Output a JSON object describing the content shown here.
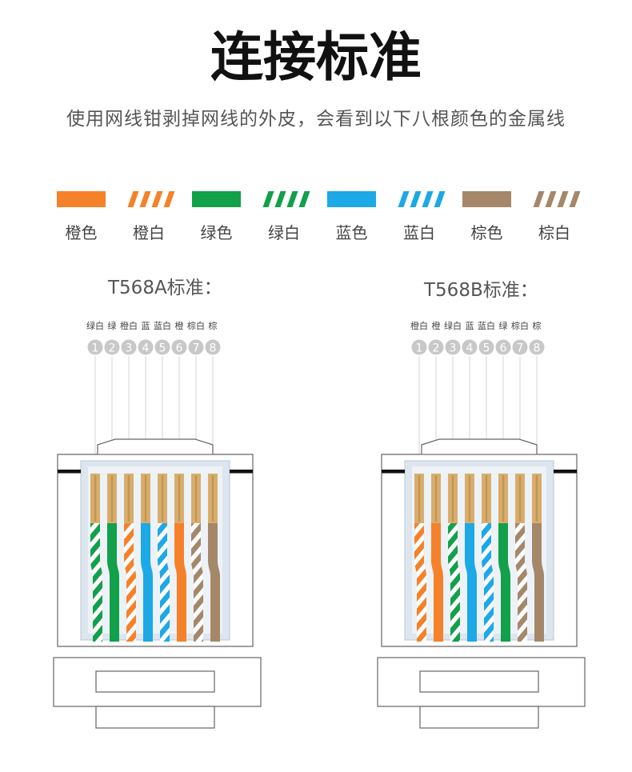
{
  "title": "连接标准",
  "subtitle": "使用网线钳剥掉网线的外皮，会看到以下八根颜色的金属线",
  "colors": {
    "orange": "#F5822A",
    "green": "#12A04A",
    "blue": "#1DA8E6",
    "brown": "#A5876A",
    "gold": "#D8AE6E",
    "housing_fill": "#DDE6EE",
    "pin_circle": "#C8C8C8",
    "outline": "#666666"
  },
  "swatches": [
    {
      "label": "橙色",
      "color": "orange",
      "striped": false
    },
    {
      "label": "橙白",
      "color": "orange",
      "striped": true
    },
    {
      "label": "绿色",
      "color": "green",
      "striped": false
    },
    {
      "label": "绿白",
      "color": "green",
      "striped": true
    },
    {
      "label": "蓝色",
      "color": "blue",
      "striped": false
    },
    {
      "label": "蓝白",
      "color": "blue",
      "striped": true
    },
    {
      "label": "棕色",
      "color": "brown",
      "striped": false
    },
    {
      "label": "棕白",
      "color": "brown",
      "striped": true
    }
  ],
  "standards": [
    {
      "name": "T568A标准：",
      "wires": [
        {
          "label": "绿白",
          "color": "green",
          "striped": true
        },
        {
          "label": "绿",
          "color": "green",
          "striped": false
        },
        {
          "label": "橙白",
          "color": "orange",
          "striped": true
        },
        {
          "label": "蓝",
          "color": "blue",
          "striped": false
        },
        {
          "label": "蓝白",
          "color": "blue",
          "striped": true
        },
        {
          "label": "橙",
          "color": "orange",
          "striped": false
        },
        {
          "label": "棕白",
          "color": "brown",
          "striped": true
        },
        {
          "label": "棕",
          "color": "brown",
          "striped": false
        }
      ]
    },
    {
      "name": "T568B标准：",
      "wires": [
        {
          "label": "橙白",
          "color": "orange",
          "striped": true
        },
        {
          "label": "橙",
          "color": "orange",
          "striped": false
        },
        {
          "label": "绿白",
          "color": "green",
          "striped": true
        },
        {
          "label": "蓝",
          "color": "blue",
          "striped": false
        },
        {
          "label": "蓝白",
          "color": "blue",
          "striped": true
        },
        {
          "label": "绿",
          "color": "green",
          "striped": false
        },
        {
          "label": "棕白",
          "color": "brown",
          "striped": true
        },
        {
          "label": "棕",
          "color": "brown",
          "striped": false
        }
      ]
    }
  ],
  "pin_numbers": [
    "1",
    "2",
    "3",
    "4",
    "5",
    "6",
    "7",
    "8"
  ]
}
